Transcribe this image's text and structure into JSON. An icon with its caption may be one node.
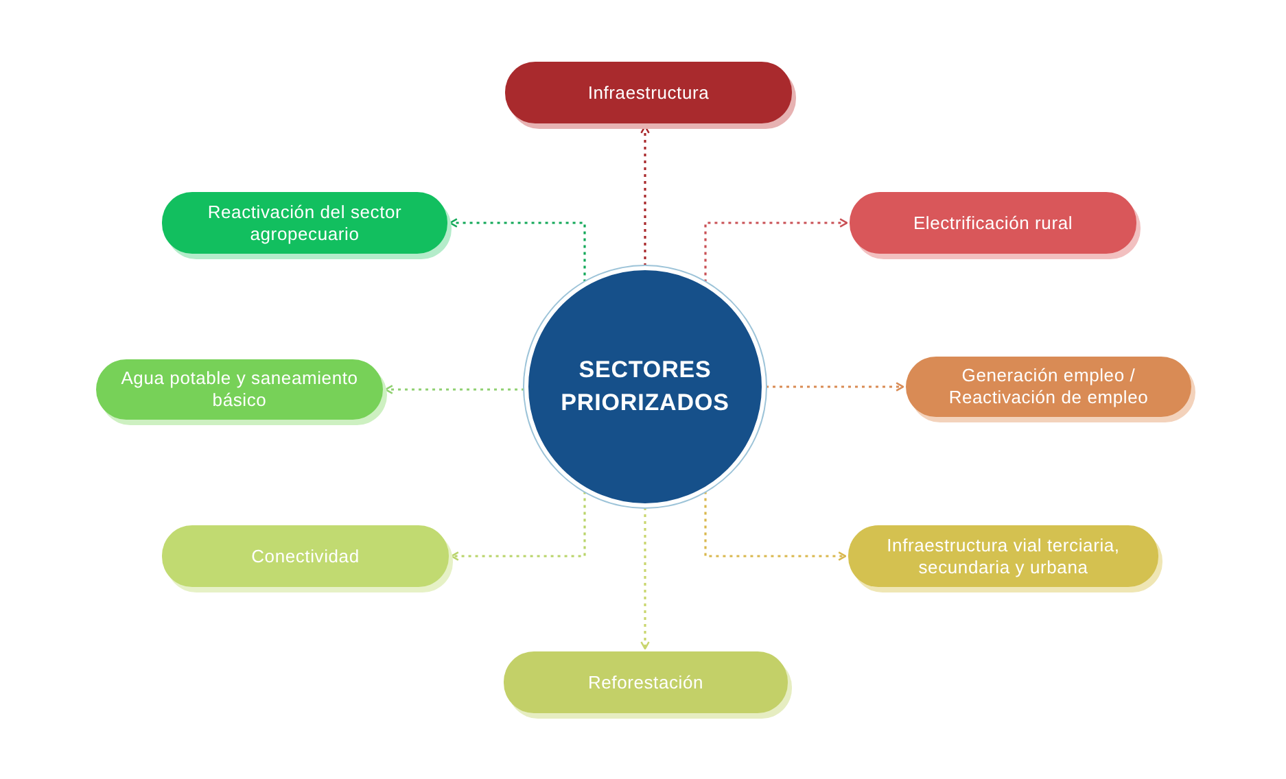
{
  "diagram": {
    "nodes": [
      {
        "text": [
          "SECTORES PRIORIZADOS"
        ]
      },
      {
        "text": [
          "Infraestructura"
        ]
      },
      {
        "text": [
          "Reactivación del sector agropecuario"
        ]
      },
      {
        "text": [
          "Electrificación rural"
        ]
      },
      {
        "text": [
          "Agua potable y saneamiento básico"
        ]
      },
      {
        "text": [
          "Generación empleo / Reactivación de empleo"
        ]
      },
      {
        "text": [
          "Conectividad"
        ]
      },
      {
        "text": [
          "Infraestructura vial terciaria, secundaria y urbana"
        ]
      },
      {
        "text": [
          "Reforestación"
        ]
      }
    ],
    "edges": [
      {
        "from": 0,
        "to": 1,
        "arrow": "to",
        "color": "#a92a2d"
      },
      {
        "from": 0,
        "to": 2,
        "arrow": "to",
        "color": "#12a858"
      },
      {
        "from": 0,
        "to": 3,
        "arrow": "to",
        "color": "#c95055"
      },
      {
        "from": 0,
        "to": 4,
        "arrow": "to",
        "color": "#8fd070"
      },
      {
        "from": 0,
        "to": 5,
        "arrow": "to",
        "color": "#d98b55"
      },
      {
        "from": 0,
        "to": 6,
        "arrow": "to",
        "color": "#b9d46a"
      },
      {
        "from": 0,
        "to": 7,
        "arrow": "to",
        "color": "#d9b84e"
      },
      {
        "from": 0,
        "to": 8,
        "arrow": "to",
        "color": "#c9d66e"
      }
    ]
  }
}
